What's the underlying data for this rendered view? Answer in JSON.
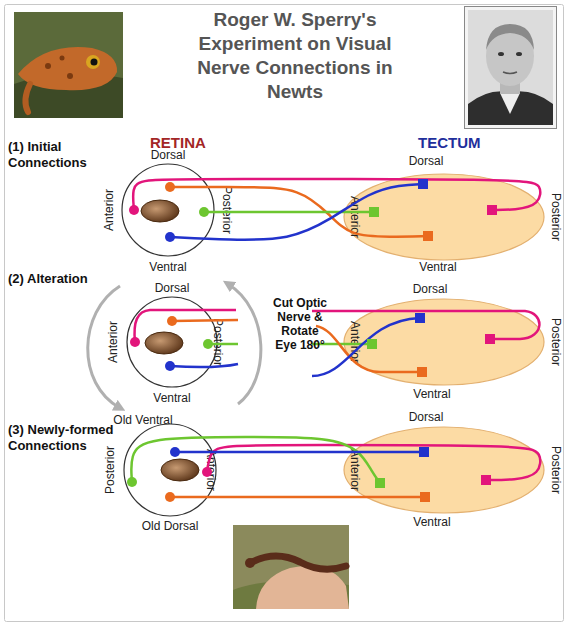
{
  "diagram": {
    "title": "Roger W. Sperry's Experiment on Visual Nerve Connections in Newts",
    "nodes": [
      {
        "text": [
          "Dorsal",
          "Anterior",
          "Posterior",
          "Ventral"
        ]
      },
      {
        "text": [
          "Dorsal",
          "Anterior",
          "Posterior",
          "Ventral"
        ]
      },
      {
        "text": [
          "Dorsal",
          "Anterior",
          "Posterior",
          "Ventral"
        ]
      },
      {
        "text": [
          "Dorsal",
          "Anterior",
          "Posterior",
          "Ventral"
        ]
      },
      {
        "text": [
          "Old Ventral",
          "Posterior",
          "Anterior",
          "Old Dorsal"
        ]
      },
      {
        "text": [
          "Dorsal",
          "Anterior",
          "Posterior",
          "Ventral"
        ]
      }
    ],
    "edges": [
      {
        "from": 0,
        "to": 1,
        "arrow": "none"
      },
      {
        "from": 0,
        "to": 1,
        "arrow": "none"
      },
      {
        "from": 0,
        "to": 1,
        "arrow": "none"
      },
      {
        "from": 0,
        "to": 1,
        "arrow": "none"
      },
      {
        "from": 4,
        "to": 5,
        "arrow": "none"
      },
      {
        "from": 4,
        "to": 5,
        "arrow": "none"
      },
      {
        "from": 4,
        "to": 5,
        "arrow": "none"
      },
      {
        "from": 4,
        "to": 5,
        "arrow": "none"
      }
    ],
    "labels": [
      "(1) Initial Connections",
      "RETINA",
      "TECTUM",
      "(2) Alteration",
      "Cut Optic Nerve & Rotate Eye 180°",
      "(3) Newly-formed Connections"
    ]
  }
}
